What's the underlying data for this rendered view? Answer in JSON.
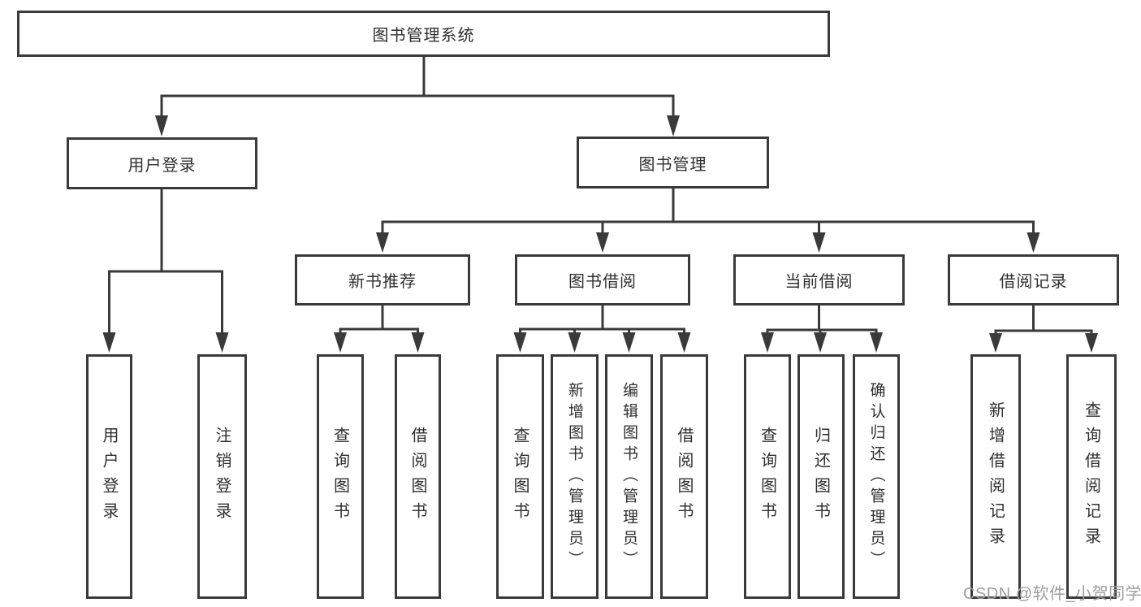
{
  "diagram": {
    "type": "hierarchy-tree",
    "watermark": "CSDN @软件_小贺同学",
    "colors": {
      "line": "#3a3a3a",
      "box_border": "#3a3a3a",
      "text": "#2f2f2f",
      "watermark": "#9e9e9e",
      "background": "#ffffff"
    },
    "nodes": {
      "root": {
        "label": "图书管理系统"
      },
      "level2": [
        {
          "label": "用户登录"
        },
        {
          "label": "图书管理"
        }
      ],
      "level3": [
        {
          "label": "新书推荐",
          "parent": "图书管理"
        },
        {
          "label": "图书借阅",
          "parent": "图书管理"
        },
        {
          "label": "当前借阅",
          "parent": "图书管理"
        },
        {
          "label": "借阅记录",
          "parent": "图书管理"
        }
      ],
      "leaves": [
        {
          "label": "用户登录",
          "parent": "用户登录"
        },
        {
          "label": "注销登录",
          "parent": "用户登录"
        },
        {
          "label": "查询图书",
          "parent": "新书推荐"
        },
        {
          "label": "借阅图书",
          "parent": "新书推荐"
        },
        {
          "label": "查询图书",
          "parent": "图书借阅"
        },
        {
          "label": "新增图书（管理员）",
          "parent": "图书借阅"
        },
        {
          "label": "编辑图书（管理员）",
          "parent": "图书借阅"
        },
        {
          "label": "借阅图书",
          "parent": "图书借阅"
        },
        {
          "label": "查询图书",
          "parent": "当前借阅"
        },
        {
          "label": "归还图书",
          "parent": "当前借阅"
        },
        {
          "label": "确认归还（管理员）",
          "parent": "当前借阅"
        },
        {
          "label": "新增借阅记录",
          "parent": "借阅记录"
        },
        {
          "label": "查询借阅记录",
          "parent": "借阅记录"
        }
      ]
    }
  }
}
